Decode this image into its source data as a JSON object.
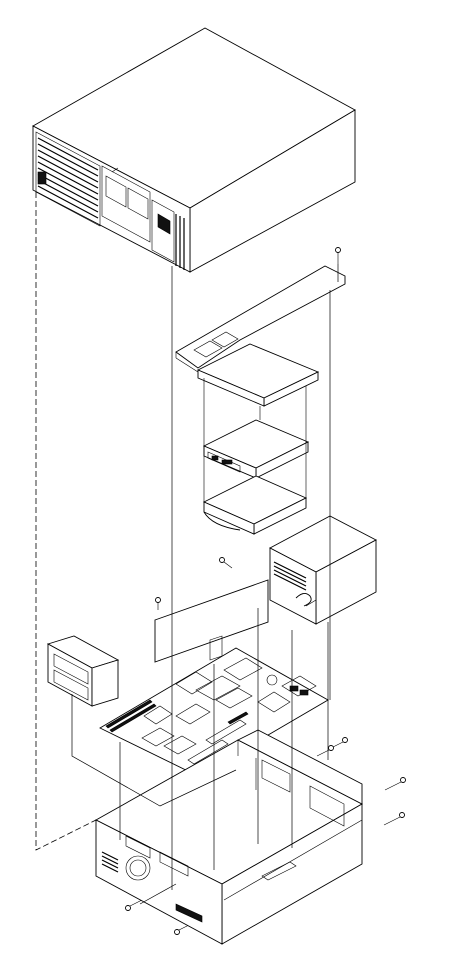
{
  "figure": {
    "type": "exploded-assembly-drawing",
    "colors": {
      "line": "#000000",
      "background": "#ffffff",
      "fill": "#111111"
    },
    "parts": [
      "system-unit-cover",
      "drive-bay-bracket",
      "floppy-drive",
      "hard-disk-drive",
      "expansion-card",
      "power-supply",
      "drive-cage",
      "system-board",
      "chassis-base",
      "screws"
    ]
  }
}
